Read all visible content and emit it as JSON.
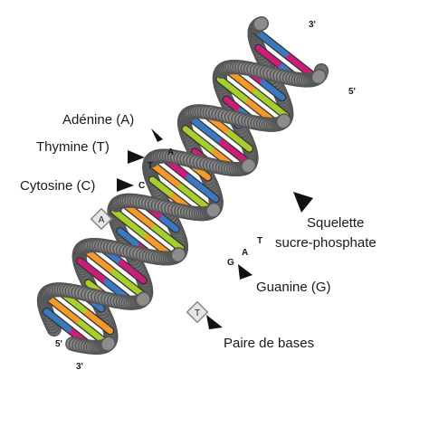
{
  "labels": {
    "adenine": "Adénine (A)",
    "thymine": "Thymine (T)",
    "cytosine": "Cytosine (C)",
    "guanine": "Guanine (G)",
    "backbone_line1": "Squelette",
    "backbone_line2": "sucre-phosphate",
    "base_pair": "Paire de bases"
  },
  "letters": {
    "a_top": "A",
    "t_top": "T",
    "c_top": "C",
    "g_mid": "G",
    "a_mid": "A",
    "t_mid": "T",
    "badge_a": "A",
    "badge_t": "T"
  },
  "ends": {
    "top_3": "3'",
    "top_5": "5'",
    "bottom_5": "5'",
    "bottom_3": "3'"
  },
  "colors": {
    "adenine": "#a6cf2c",
    "thymine": "#f39a2b",
    "cytosine": "#3a78c2",
    "guanine": "#cc1d7b",
    "backbone": "#8c8c8c",
    "backbone_dark": "#6f6f6f"
  }
}
